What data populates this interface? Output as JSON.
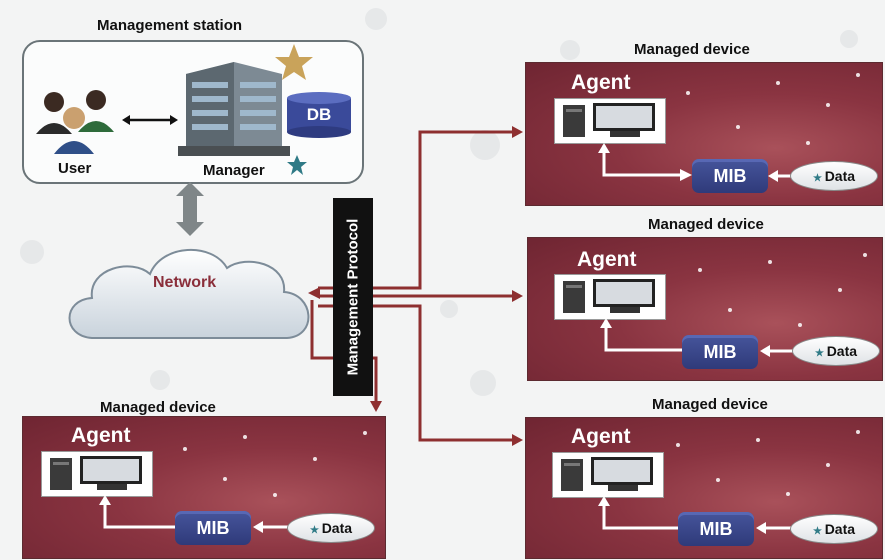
{
  "station": {
    "title": "Management station",
    "user_label": "User",
    "manager_label": "Manager",
    "db_label": "DB"
  },
  "network": {
    "label": "Network",
    "protocol_label": "Management Protocol"
  },
  "devices": [
    {
      "title": "Managed device",
      "agent_label": "Agent",
      "mib_label": "MIB",
      "data_label": "Data"
    },
    {
      "title": "Managed device",
      "agent_label": "Agent",
      "mib_label": "MIB",
      "data_label": "Data"
    },
    {
      "title": "Managed device",
      "agent_label": "Agent",
      "mib_label": "MIB",
      "data_label": "Data"
    },
    {
      "title": "Managed device",
      "agent_label": "Agent",
      "mib_label": "MIB",
      "data_label": "Data"
    }
  ],
  "colors": {
    "arrow": "#8e2f30",
    "panel": "#8a3441",
    "mib": "#3a4789",
    "link": "#7f8688"
  }
}
